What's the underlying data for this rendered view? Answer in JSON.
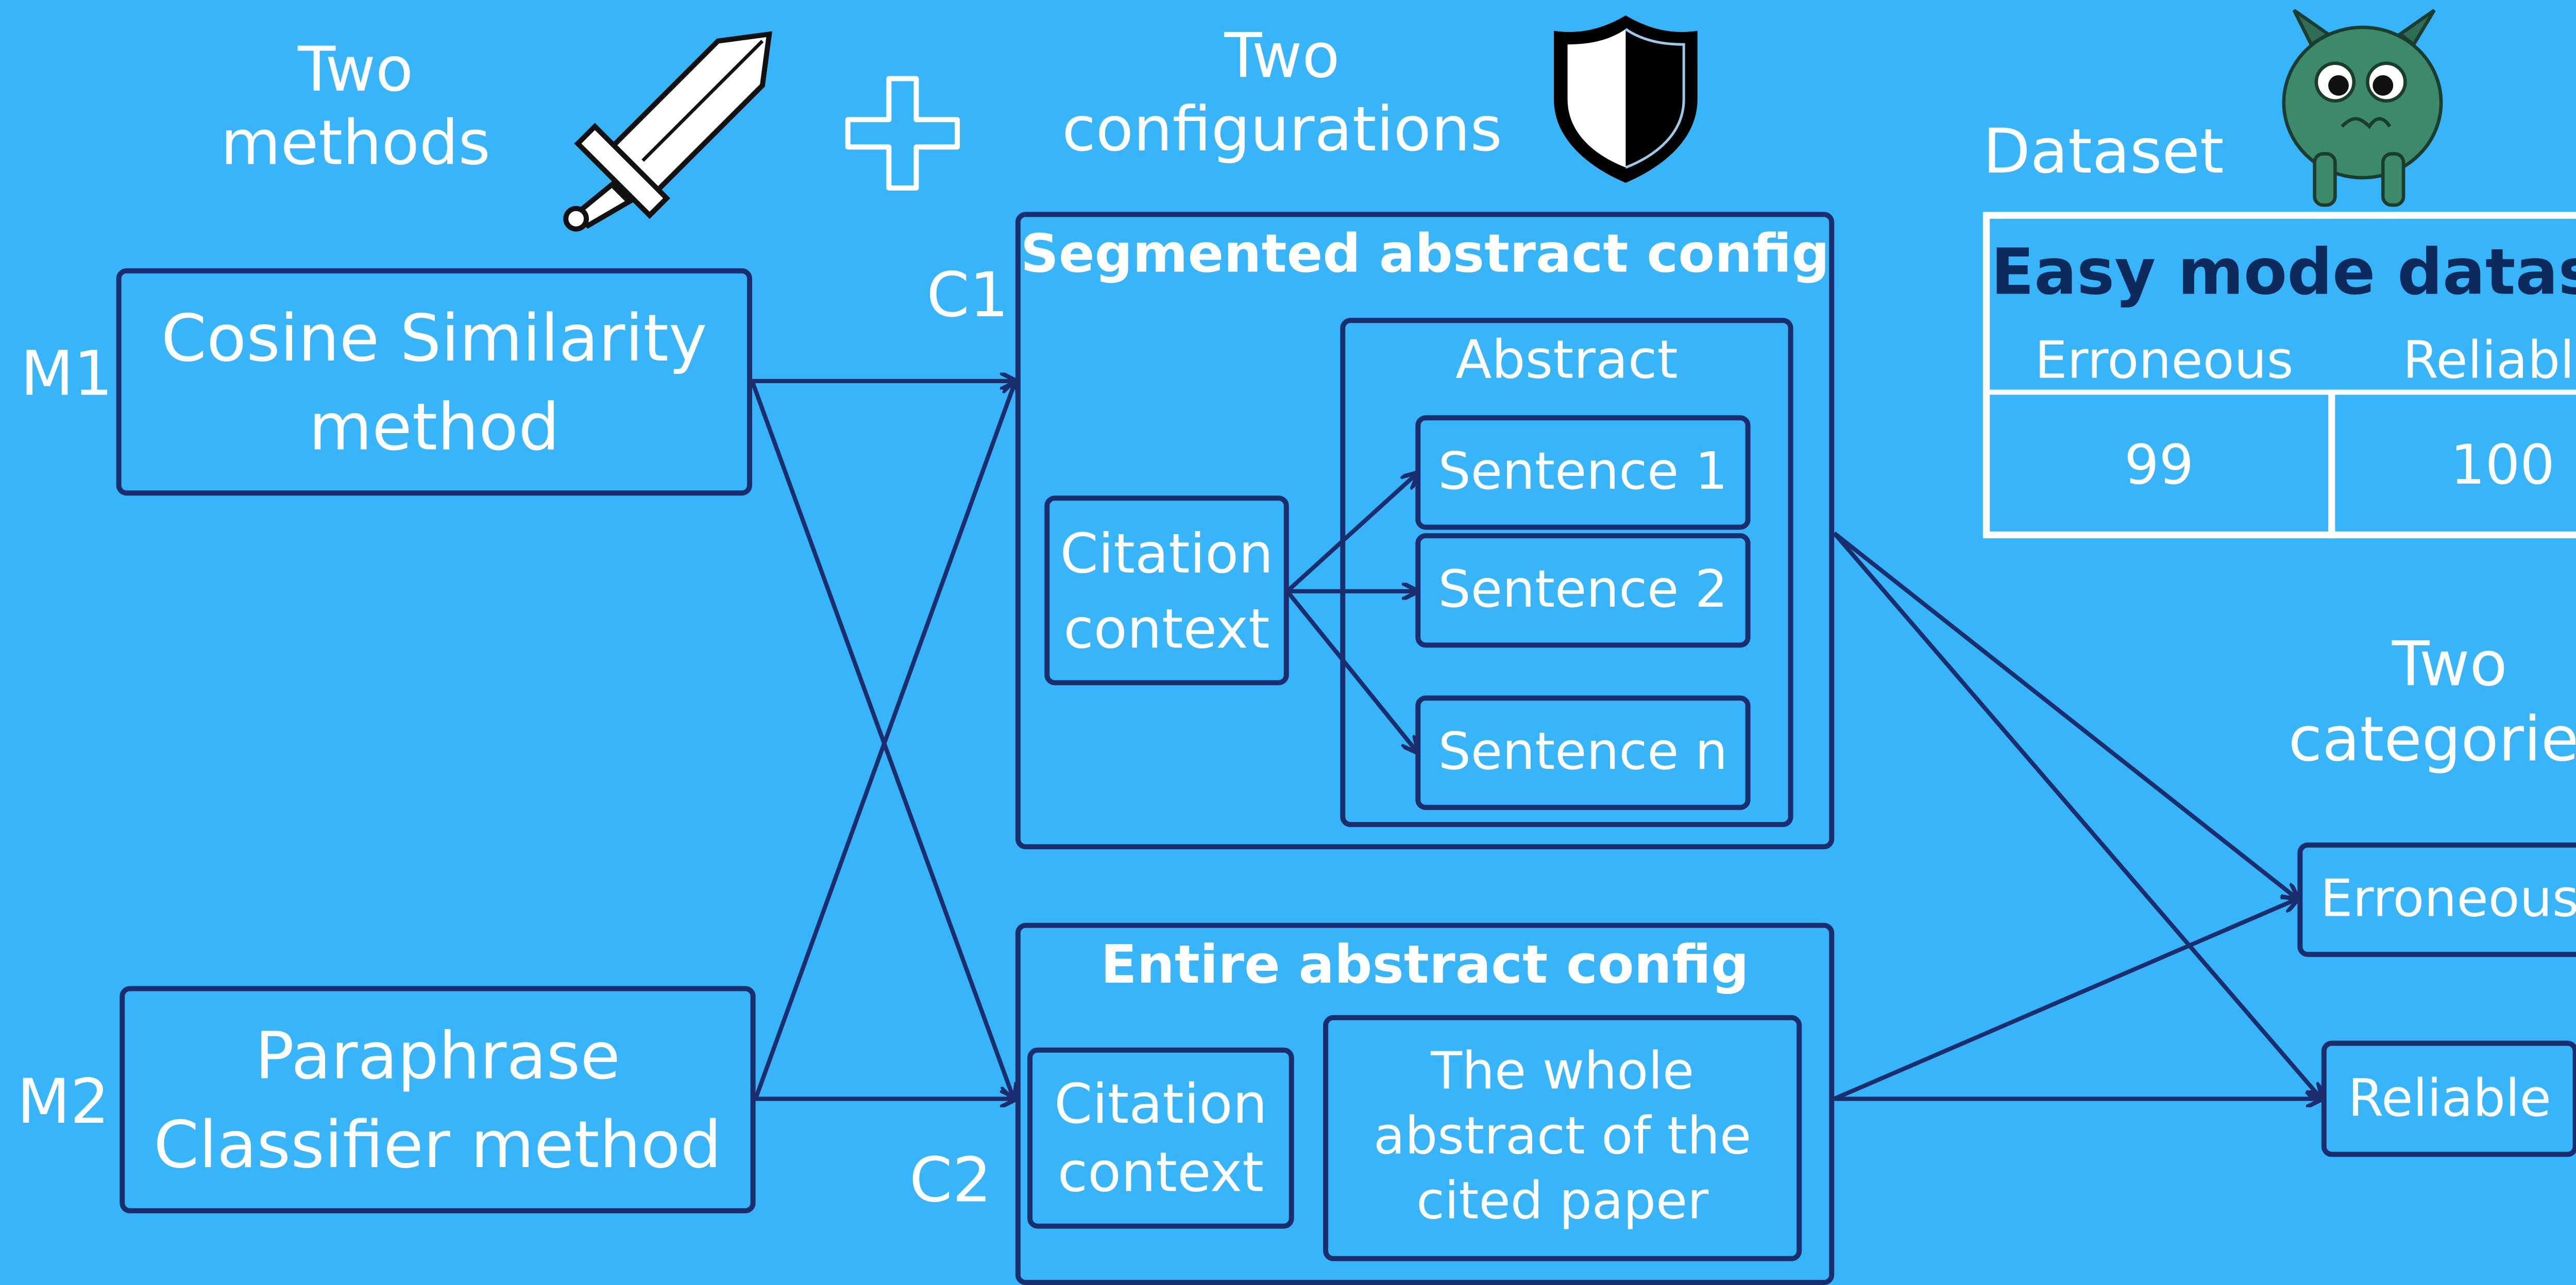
{
  "header": {
    "two_methods": [
      "Two",
      "methods"
    ],
    "two_configurations": [
      "Two",
      "configurations"
    ],
    "plus": "+",
    "dataset": "Dataset",
    "two_categories": [
      "Two",
      "categories"
    ]
  },
  "methods": {
    "m1": {
      "tag": "M1",
      "label": [
        "Cosine Similarity",
        "method"
      ]
    },
    "m2": {
      "tag": "M2",
      "label": [
        "Paraphrase",
        "Classifier method"
      ]
    }
  },
  "configs": {
    "c1": {
      "tag": "C1",
      "title": "Segmented abstract config",
      "citation": [
        "Citation",
        "context"
      ],
      "abstract_title": "Abstract",
      "sentences": [
        "Sentence 1",
        "Sentence 2",
        "Sentence n"
      ]
    },
    "c2": {
      "tag": "C2",
      "title": "Entire abstract config",
      "citation": [
        "Citation",
        "context"
      ],
      "whole": [
        "The whole",
        "abstract of the",
        "cited paper"
      ]
    }
  },
  "dataset_table": {
    "title": "Easy mode dataset",
    "headers": [
      "Erroneous",
      "Reliable"
    ],
    "values": [
      "99",
      "100"
    ]
  },
  "categories": [
    "Erroneous",
    "Reliable"
  ],
  "colors": {
    "background": "#38b4fb",
    "stroke": "#1a2e6e",
    "title_dark": "#0d2a5c"
  },
  "icons": [
    "sword-icon",
    "plus-icon",
    "shield-icon",
    "monster-mascot-icon"
  ]
}
